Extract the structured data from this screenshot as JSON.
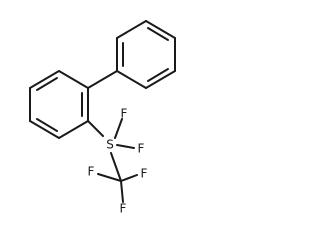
{
  "molecule": {
    "atoms": {
      "sulfur": "S",
      "fluorines": [
        "F",
        "F",
        "F",
        "F",
        "F"
      ]
    },
    "rings": [
      "phenyl",
      "benzene"
    ],
    "colors": {
      "bond": "#1a1a1a",
      "label": "#1a1a1a",
      "background": "#ffffff"
    }
  }
}
